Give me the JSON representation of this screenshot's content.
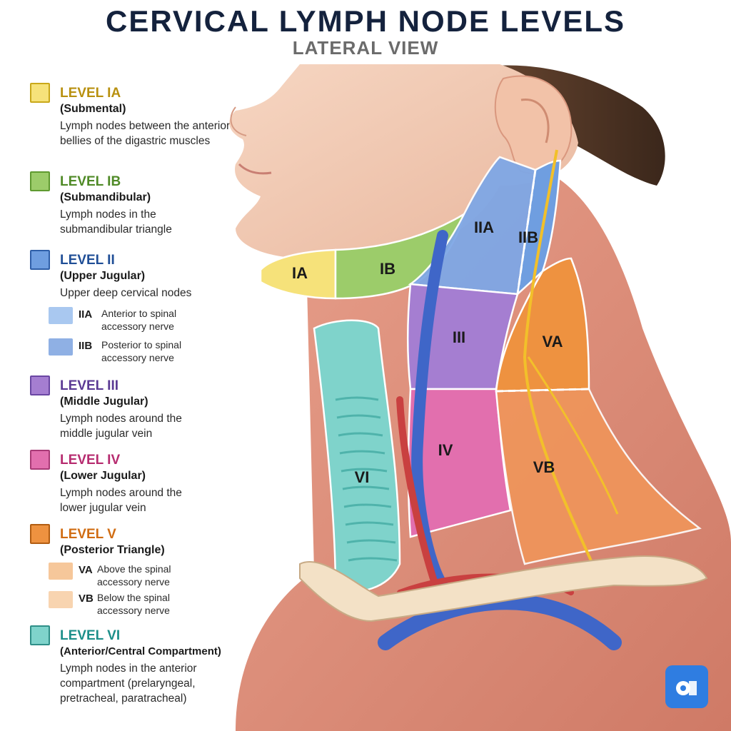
{
  "title": "CERVICAL LYMPH NODE LEVELS",
  "subtitle": "LATERAL VIEW",
  "colors": {
    "level_ia": "#f6e27a",
    "level_ib": "#9ccc6a",
    "level_ii": "#6f9ee0",
    "level_iia": "#a9c8f0",
    "level_iib": "#8fb0e4",
    "level_iii": "#a57ed1",
    "level_iv": "#e26fae",
    "level_v": "#ee9240",
    "level_va": "#f6c79a",
    "level_vb": "#f8d4b0",
    "level_vi": "#7fd3cb",
    "title_ia": "#b8900f",
    "title_ib": "#4f8a26",
    "title_ii": "#1f4e96",
    "title_iii": "#5b3a94",
    "title_iv": "#b62b6f",
    "title_v": "#d06c12",
    "title_vi": "#1c8f8a"
  },
  "legend": {
    "ia": {
      "title": "LEVEL IA",
      "subtitle": "(Submental)",
      "description": "Lymph nodes between the anterior bellies of the digastric muscles"
    },
    "ib": {
      "title": "LEVEL IB",
      "subtitle": "(Submandibular)",
      "description": "Lymph nodes in the submandibular triangle"
    },
    "ii": {
      "title": "LEVEL II",
      "subtitle": "(Upper Jugular)",
      "description": "Upper deep cervical nodes",
      "subs": [
        {
          "code": "IIA",
          "text": "Anterior to spinal accessory nerve"
        },
        {
          "code": "IIB",
          "text": "Posterior to spinal accessory nerve"
        }
      ]
    },
    "iii": {
      "title": "LEVEL III",
      "subtitle": "(Middle Jugular)",
      "description": "Lymph nodes around the middle jugular vein"
    },
    "iv": {
      "title": "LEVEL IV",
      "subtitle": "(Lower Jugular)",
      "description": "Lymph nodes around the lower jugular vein"
    },
    "v": {
      "title": "LEVEL V",
      "subtitle": "(Posterior Triangle)",
      "subs": [
        {
          "code": "VA",
          "text": "Above the spinal accessory nerve"
        },
        {
          "code": "VB",
          "text": "Below the spinal accessory nerve"
        }
      ]
    },
    "vi": {
      "title": "LEVEL VI",
      "subtitle": "(Anterior/Central Compartment)",
      "description": "Lymph nodes in the anterior compartment (prelaryngeal, pretracheal, paratracheal)"
    }
  },
  "diagram_labels": {
    "ia": "IA",
    "ib": "IB",
    "iia": "IIA",
    "iib": "IIB",
    "iii": "III",
    "iv": "IV",
    "va": "VA",
    "vb": "VB",
    "vi": "VI"
  },
  "icons": {
    "badge": "app-logo-icon"
  }
}
